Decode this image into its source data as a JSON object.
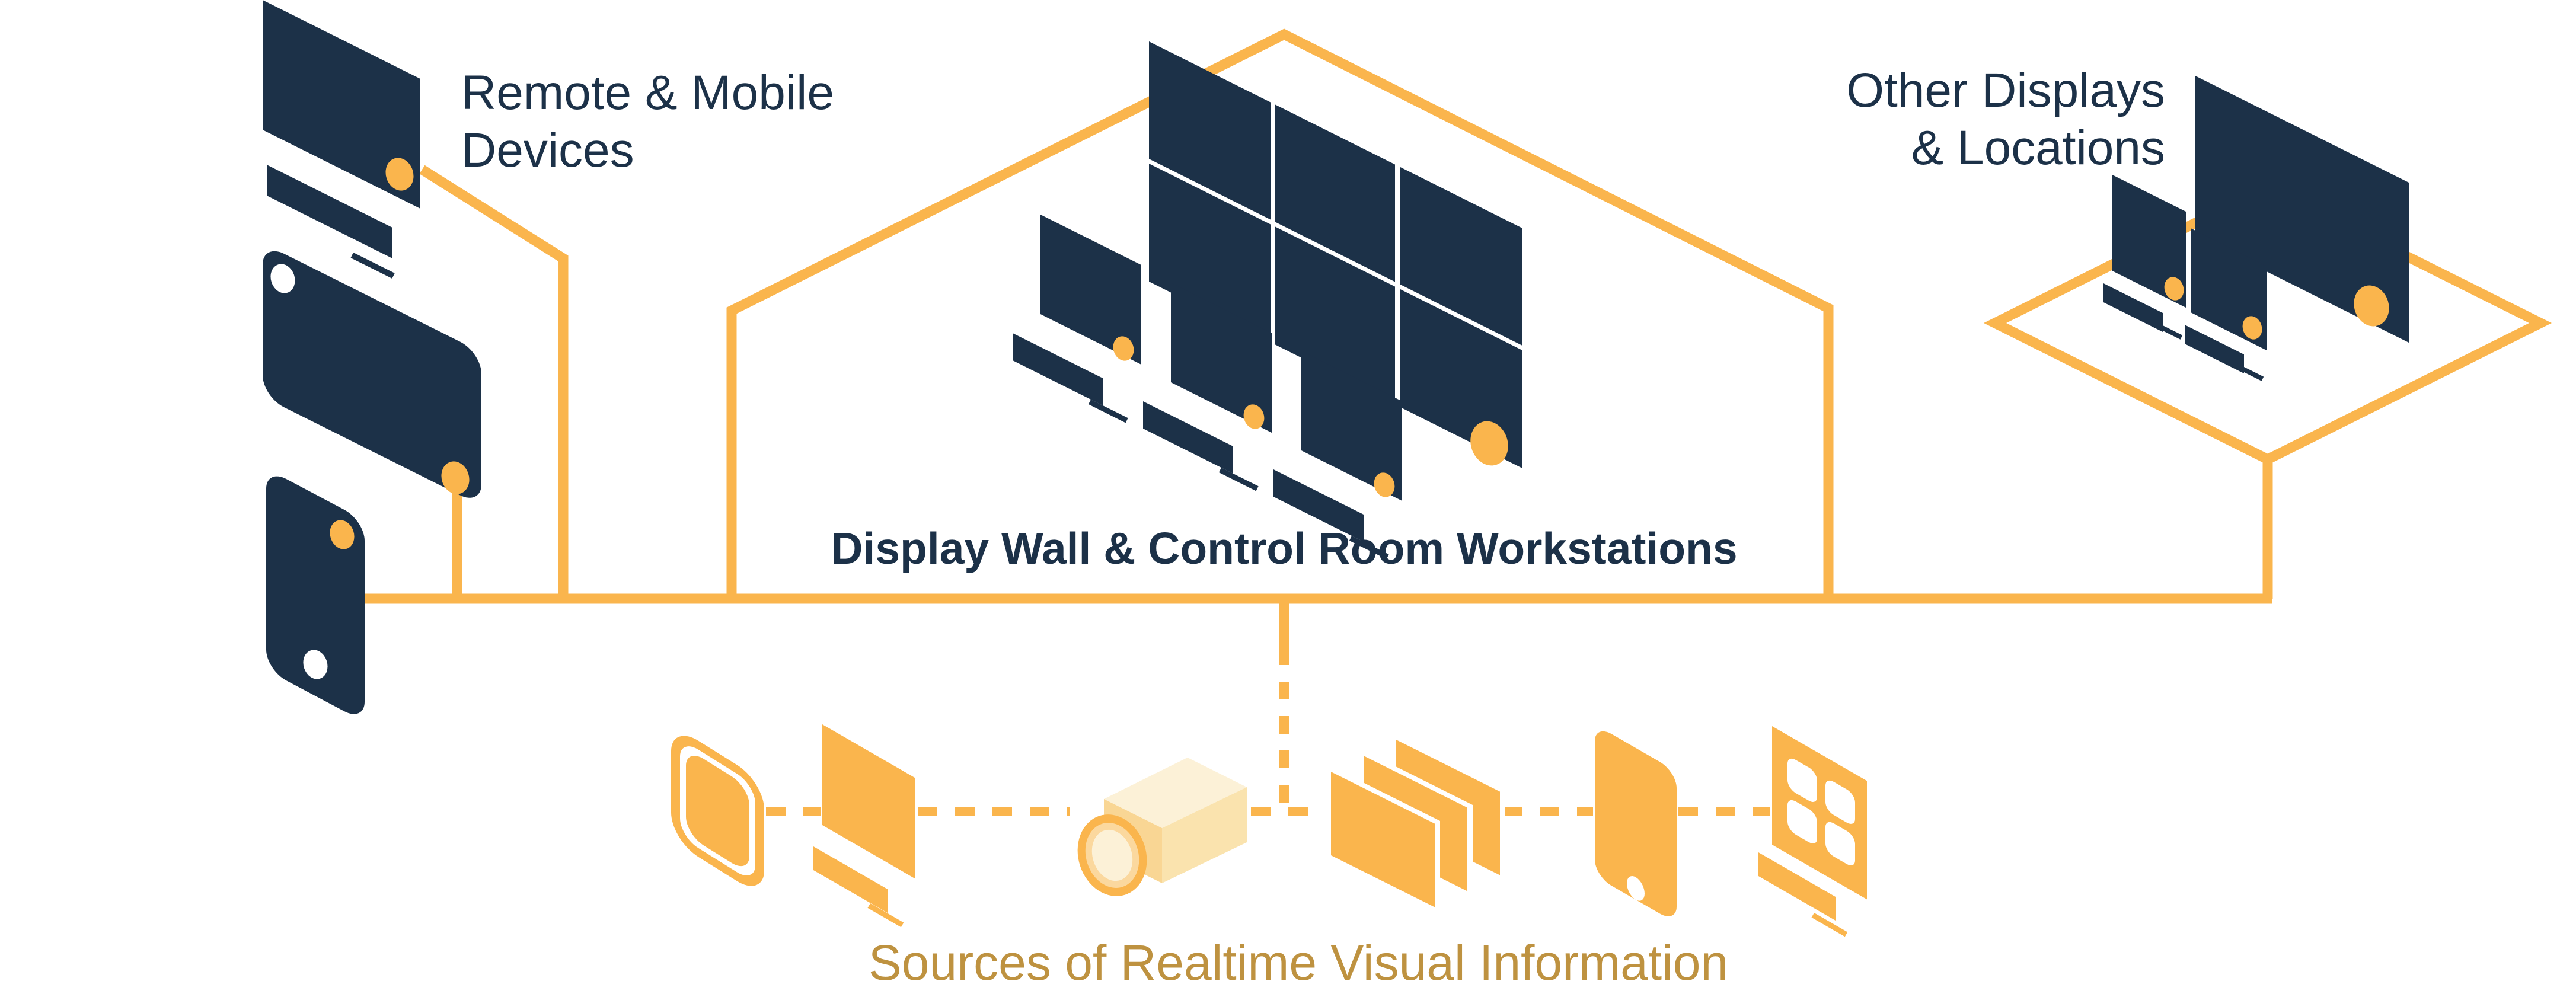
{
  "labels": {
    "remote": {
      "line1": "Remote & Mobile",
      "line2": "Devices"
    },
    "center": {
      "title": "Display Wall & Control Room Workstations"
    },
    "other": {
      "line1": "Other Displays",
      "line2": "& Locations"
    },
    "sources": {
      "caption": "Sources of Realtime Visual Information"
    }
  },
  "colors": {
    "navy": "#1C3148",
    "orange": "#FAB54D",
    "gold": "#BE9240",
    "cream_light": "#FCF1D7",
    "cream_mid": "#FAE3AE",
    "cream_dark": "#F9D694"
  },
  "clusters": [
    {
      "name": "remote-mobile-devices",
      "devices": [
        "laptop",
        "tablet",
        "smartphone"
      ]
    },
    {
      "name": "display-wall-control-room",
      "devices": [
        "display-wall-3x2",
        "workstation-monitor",
        "workstation-monitor",
        "workstation-monitor"
      ]
    },
    {
      "name": "other-displays-locations",
      "devices": [
        "large-display",
        "monitor",
        "monitor"
      ]
    },
    {
      "name": "sources-of-realtime-visual-information",
      "devices": [
        "tablet-outline",
        "monitor",
        "video-camera",
        "image-stack",
        "smartphone",
        "app-window-keyboard"
      ]
    }
  ],
  "connections": [
    {
      "from": "laptop",
      "to": "network-bus",
      "style": "solid"
    },
    {
      "from": "tablet",
      "to": "network-bus",
      "style": "solid"
    },
    {
      "from": "smartphone",
      "to": "network-bus",
      "style": "solid"
    },
    {
      "from": "display-wall-control-room",
      "to": "network-bus",
      "style": "solid"
    },
    {
      "from": "other-displays-locations",
      "to": "network-bus",
      "style": "solid"
    },
    {
      "from": "network-bus",
      "to": "sources-row",
      "style": "dashed"
    }
  ]
}
